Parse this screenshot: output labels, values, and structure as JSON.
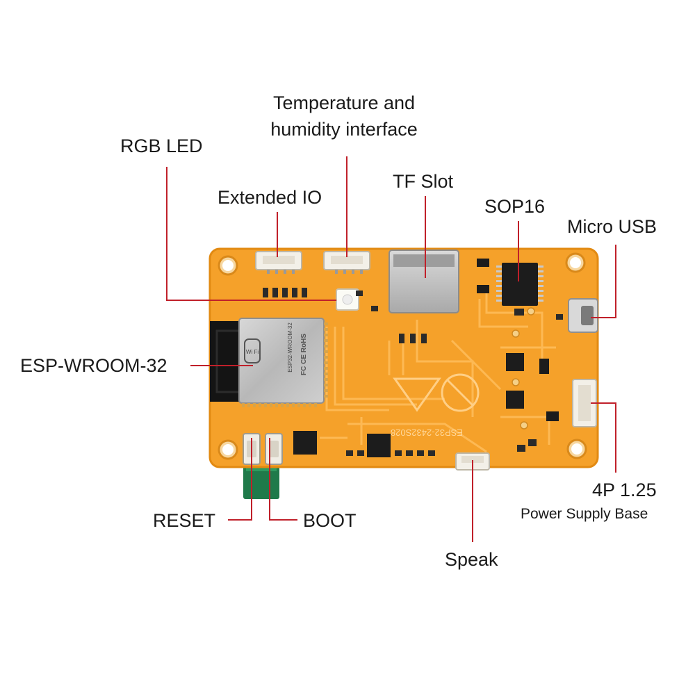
{
  "labels": {
    "temperature_line1": "Temperature and",
    "temperature_line2": "humidity interface",
    "rgb_led": "RGB LED",
    "extended_io": "Extended IO",
    "tf_slot": "TF Slot",
    "sop16": "SOP16",
    "micro_usb": "Micro USB",
    "esp_wroom": "ESP-WROOM-32",
    "power_title": "4P 1.25",
    "power_sub": "Power Supply Base",
    "reset": "RESET",
    "boot": "BOOT",
    "speak": "Speak"
  },
  "board_text": {
    "module_logo": "Wi Fi",
    "module_model": "ESP32-WROOM-32",
    "module_cert": "FC CE RoHS",
    "board_name": "ESP32-2432S028"
  },
  "colors": {
    "pcb": "#f5a12a",
    "pcb_edge": "#e28a12",
    "trace": "#ffbe5c",
    "leader_line": "#c0202a",
    "module_shield": "#bcbcbc",
    "antenna": "#141414",
    "chip": "#1c1c1c",
    "connector": "#f3f0e8",
    "sd_slot": "#c7c7c7",
    "ribbon": "#1f7a4a"
  }
}
